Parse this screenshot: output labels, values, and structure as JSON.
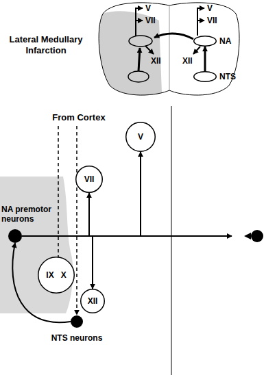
{
  "diagram": {
    "nodes": [
      {
        "text": [
          "NA"
        ]
      },
      {
        "text": [
          "NTS"
        ]
      },
      {
        "text": [
          "V"
        ]
      },
      {
        "text": [
          "VII"
        ]
      },
      {
        "text": [
          "NA premotor neurons"
        ]
      },
      {
        "text": [
          "IX",
          "X"
        ]
      },
      {
        "text": [
          "XII"
        ]
      },
      {
        "text": [
          "NTS neurons"
        ]
      }
    ],
    "edges": [
      {
        "from": 1,
        "to": 0,
        "arrow": "to"
      },
      {
        "from": 4,
        "to": 3,
        "arrow": "to"
      },
      {
        "from": 4,
        "to": 2,
        "arrow": "to"
      },
      {
        "from": 4,
        "to": 6,
        "arrow": "to"
      },
      {
        "from": 7,
        "to": 4,
        "arrow": "to"
      }
    ],
    "labels": [
      "Lateral Medullary Infarction",
      "V",
      "V",
      "VII",
      "VII",
      "XII",
      "XII",
      "From Cortex"
    ]
  }
}
